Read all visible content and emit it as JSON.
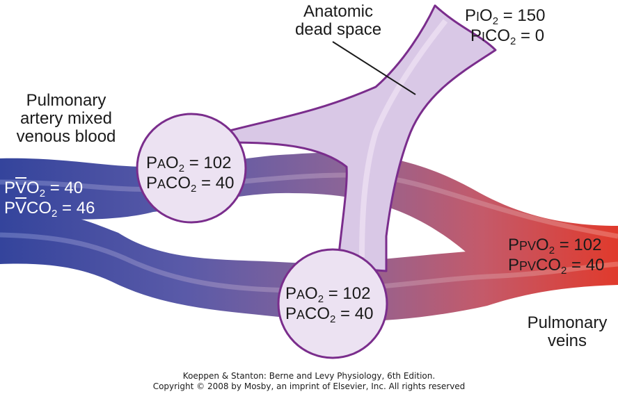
{
  "labels": {
    "dead_space": [
      "Anatomic",
      "dead space"
    ],
    "artery": [
      "Pulmonary",
      "artery mixed",
      "venous blood"
    ],
    "veins": [
      "Pulmonary",
      "veins"
    ]
  },
  "values": {
    "inspired_o2": "150",
    "inspired_co2": "0",
    "venous_o2": "40",
    "venous_co2": "46",
    "alveolus1_o2": "102",
    "alveolus1_co2": "40",
    "alveolus2_o2": "102",
    "alveolus2_co2": "40",
    "pulm_vein_o2": "102",
    "pulm_vein_co2": "40"
  },
  "credit": [
    "Koeppen & Stanton: Berne and Levy Physiology, 6th Edition.",
    "Copyright © 2008 by Mosby, an imprint of Elsevier, Inc. All rights reserved"
  ],
  "colors": {
    "venous": "#3a4aa0",
    "arterial": "#d8342a",
    "airway_fill": "#d9c8e6",
    "airway_stroke": "#7a2d8c"
  }
}
